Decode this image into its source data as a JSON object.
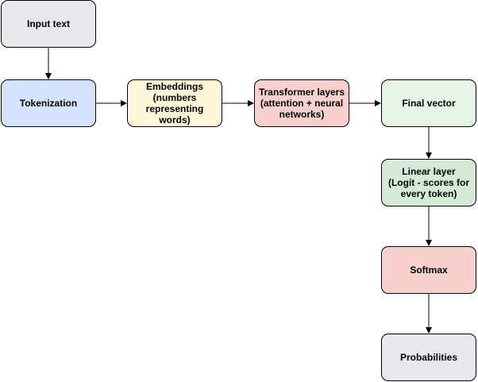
{
  "diagram": {
    "nodes": [
      {
        "id": "input",
        "label": "Input text",
        "fill": "#e8e8ee"
      },
      {
        "id": "tokenization",
        "label": "Tokenization",
        "fill": "#d4e3fb"
      },
      {
        "id": "embeddings",
        "label": "Embeddings\n(numbers\nrepresenting words)",
        "fill": "#fdf6d8"
      },
      {
        "id": "transformer",
        "label": "Transformer layers\n(attention + neural\nnetworks)",
        "fill": "#f8d1cf"
      },
      {
        "id": "final_vector",
        "label": "Final vector",
        "fill": "#e6f4e6"
      },
      {
        "id": "linear",
        "label": "Linear layer\n(Logit - scores for\nevery token)",
        "fill": "#d5ead6"
      },
      {
        "id": "softmax",
        "label": "Softmax",
        "fill": "#f8d1cf"
      },
      {
        "id": "probabilities",
        "label": "Probabilities",
        "fill": "#e8e8ee"
      }
    ],
    "edges": [
      {
        "from": "input",
        "to": "tokenization"
      },
      {
        "from": "tokenization",
        "to": "embeddings"
      },
      {
        "from": "embeddings",
        "to": "transformer"
      },
      {
        "from": "transformer",
        "to": "final_vector"
      },
      {
        "from": "final_vector",
        "to": "linear"
      },
      {
        "from": "linear",
        "to": "softmax"
      },
      {
        "from": "softmax",
        "to": "probabilities"
      }
    ]
  }
}
